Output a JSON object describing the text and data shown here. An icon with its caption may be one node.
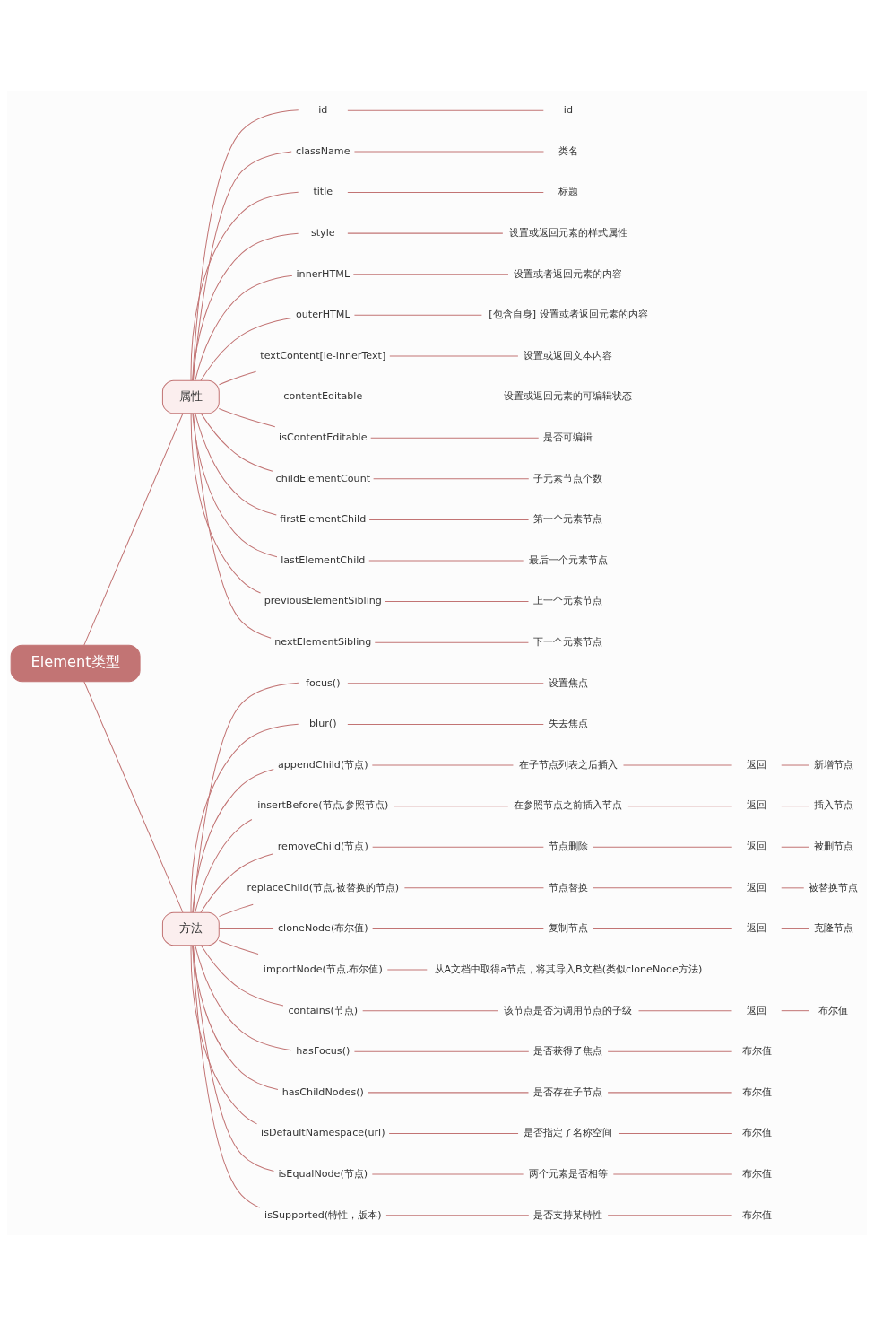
{
  "diagram": {
    "nodes": [
      {
        "text": [
          "Element类型"
        ]
      },
      {
        "text": [
          "属性"
        ]
      },
      {
        "text": [
          "id"
        ]
      },
      {
        "text": [
          "id"
        ]
      },
      {
        "text": [
          "className"
        ]
      },
      {
        "text": [
          "类名"
        ]
      },
      {
        "text": [
          "title"
        ]
      },
      {
        "text": [
          "标题"
        ]
      },
      {
        "text": [
          "style"
        ]
      },
      {
        "text": [
          "设置或返回元素的样式属性"
        ]
      },
      {
        "text": [
          "innerHTML"
        ]
      },
      {
        "text": [
          "设置或者返回元素的内容"
        ]
      },
      {
        "text": [
          "outerHTML"
        ]
      },
      {
        "text": [
          "[包含自身] 设置或者返回元素的内容"
        ]
      },
      {
        "text": [
          "textContent[ie-innerText]"
        ]
      },
      {
        "text": [
          "设置或返回文本内容"
        ]
      },
      {
        "text": [
          "contentEditable"
        ]
      },
      {
        "text": [
          "设置或返回元素的可编辑状态"
        ]
      },
      {
        "text": [
          "isContentEditable"
        ]
      },
      {
        "text": [
          "是否可编辑"
        ]
      },
      {
        "text": [
          "childElementCount"
        ]
      },
      {
        "text": [
          "子元素节点个数"
        ]
      },
      {
        "text": [
          "firstElementChild"
        ]
      },
      {
        "text": [
          "第一个元素节点"
        ]
      },
      {
        "text": [
          "lastElementChild"
        ]
      },
      {
        "text": [
          "最后一个元素节点"
        ]
      },
      {
        "text": [
          "previousElementSibling"
        ]
      },
      {
        "text": [
          "上一个元素节点"
        ]
      },
      {
        "text": [
          "nextElementSibling"
        ]
      },
      {
        "text": [
          "下一个元素节点"
        ]
      },
      {
        "text": [
          "方法"
        ]
      },
      {
        "text": [
          "focus()"
        ]
      },
      {
        "text": [
          "设置焦点"
        ]
      },
      {
        "text": [
          "blur()"
        ]
      },
      {
        "text": [
          "失去焦点"
        ]
      },
      {
        "text": [
          "appendChild(节点)"
        ]
      },
      {
        "text": [
          "在子节点列表之后插入"
        ]
      },
      {
        "text": [
          "返回"
        ]
      },
      {
        "text": [
          "新增节点"
        ]
      },
      {
        "text": [
          "insertBefore(节点,参照节点)"
        ]
      },
      {
        "text": [
          "在参照节点之前插入节点"
        ]
      },
      {
        "text": [
          "返回"
        ]
      },
      {
        "text": [
          "插入节点"
        ]
      },
      {
        "text": [
          "removeChild(节点)"
        ]
      },
      {
        "text": [
          "节点删除"
        ]
      },
      {
        "text": [
          "返回"
        ]
      },
      {
        "text": [
          "被删节点"
        ]
      },
      {
        "text": [
          "replaceChild(节点,被替换的节点)"
        ]
      },
      {
        "text": [
          "节点替换"
        ]
      },
      {
        "text": [
          "返回"
        ]
      },
      {
        "text": [
          "被替换节点"
        ]
      },
      {
        "text": [
          "cloneNode(布尔值)"
        ]
      },
      {
        "text": [
          "复制节点"
        ]
      },
      {
        "text": [
          "返回"
        ]
      },
      {
        "text": [
          "克隆节点"
        ]
      },
      {
        "text": [
          "importNode(节点,布尔值)"
        ]
      },
      {
        "text": [
          "从A文档中取得a节点，将其导入B文档(类似cloneNode方法)"
        ]
      },
      {
        "text": [
          "contains(节点)"
        ]
      },
      {
        "text": [
          "该节点是否为调用节点的子级"
        ]
      },
      {
        "text": [
          "返回"
        ]
      },
      {
        "text": [
          "布尔值"
        ]
      },
      {
        "text": [
          "hasFocus()"
        ]
      },
      {
        "text": [
          "是否获得了焦点"
        ]
      },
      {
        "text": [
          "布尔值"
        ]
      },
      {
        "text": [
          "hasChildNodes()"
        ]
      },
      {
        "text": [
          "是否存在子节点"
        ]
      },
      {
        "text": [
          "布尔值"
        ]
      },
      {
        "text": [
          "isDefaultNamespace(url)"
        ]
      },
      {
        "text": [
          "是否指定了名称空间"
        ]
      },
      {
        "text": [
          "布尔值"
        ]
      },
      {
        "text": [
          "isEqualNode(节点)"
        ]
      },
      {
        "text": [
          "两个元素是否相等"
        ]
      },
      {
        "text": [
          "布尔值"
        ]
      },
      {
        "text": [
          "isSupported(特性，版本)"
        ]
      },
      {
        "text": [
          "是否支持某特性"
        ]
      },
      {
        "text": [
          "布尔值"
        ]
      }
    ],
    "edges": [
      {
        "from": 0,
        "to": 1,
        "arrow": "none"
      },
      {
        "from": 1,
        "to": 2,
        "arrow": "none"
      },
      {
        "from": 2,
        "to": 3,
        "arrow": "none"
      },
      {
        "from": 1,
        "to": 4,
        "arrow": "none"
      },
      {
        "from": 4,
        "to": 5,
        "arrow": "none"
      },
      {
        "from": 1,
        "to": 6,
        "arrow": "none"
      },
      {
        "from": 6,
        "to": 7,
        "arrow": "none"
      },
      {
        "from": 1,
        "to": 8,
        "arrow": "none"
      },
      {
        "from": 8,
        "to": 9,
        "arrow": "none"
      },
      {
        "from": 1,
        "to": 10,
        "arrow": "none"
      },
      {
        "from": 10,
        "to": 11,
        "arrow": "none"
      },
      {
        "from": 1,
        "to": 12,
        "arrow": "none"
      },
      {
        "from": 12,
        "to": 13,
        "arrow": "none"
      },
      {
        "from": 1,
        "to": 14,
        "arrow": "none"
      },
      {
        "from": 14,
        "to": 15,
        "arrow": "none"
      },
      {
        "from": 1,
        "to": 16,
        "arrow": "none"
      },
      {
        "from": 16,
        "to": 17,
        "arrow": "none"
      },
      {
        "from": 1,
        "to": 18,
        "arrow": "none"
      },
      {
        "from": 18,
        "to": 19,
        "arrow": "none"
      },
      {
        "from": 1,
        "to": 20,
        "arrow": "none"
      },
      {
        "from": 20,
        "to": 21,
        "arrow": "none"
      },
      {
        "from": 1,
        "to": 22,
        "arrow": "none"
      },
      {
        "from": 22,
        "to": 23,
        "arrow": "none"
      },
      {
        "from": 1,
        "to": 24,
        "arrow": "none"
      },
      {
        "from": 24,
        "to": 25,
        "arrow": "none"
      },
      {
        "from": 1,
        "to": 26,
        "arrow": "none"
      },
      {
        "from": 26,
        "to": 27,
        "arrow": "none"
      },
      {
        "from": 1,
        "to": 28,
        "arrow": "none"
      },
      {
        "from": 28,
        "to": 29,
        "arrow": "none"
      },
      {
        "from": 0,
        "to": 30,
        "arrow": "none"
      },
      {
        "from": 30,
        "to": 31,
        "arrow": "none"
      },
      {
        "from": 31,
        "to": 32,
        "arrow": "none"
      },
      {
        "from": 30,
        "to": 33,
        "arrow": "none"
      },
      {
        "from": 33,
        "to": 34,
        "arrow": "none"
      },
      {
        "from": 30,
        "to": 35,
        "arrow": "none"
      },
      {
        "from": 35,
        "to": 36,
        "arrow": "none"
      },
      {
        "from": 36,
        "to": 37,
        "arrow": "none"
      },
      {
        "from": 37,
        "to": 38,
        "arrow": "none"
      },
      {
        "from": 30,
        "to": 39,
        "arrow": "none"
      },
      {
        "from": 39,
        "to": 40,
        "arrow": "none"
      },
      {
        "from": 40,
        "to": 41,
        "arrow": "none"
      },
      {
        "from": 41,
        "to": 42,
        "arrow": "none"
      },
      {
        "from": 30,
        "to": 43,
        "arrow": "none"
      },
      {
        "from": 43,
        "to": 44,
        "arrow": "none"
      },
      {
        "from": 44,
        "to": 45,
        "arrow": "none"
      },
      {
        "from": 45,
        "to": 46,
        "arrow": "none"
      },
      {
        "from": 30,
        "to": 47,
        "arrow": "none"
      },
      {
        "from": 47,
        "to": 48,
        "arrow": "none"
      },
      {
        "from": 48,
        "to": 49,
        "arrow": "none"
      },
      {
        "from": 49,
        "to": 50,
        "arrow": "none"
      },
      {
        "from": 30,
        "to": 51,
        "arrow": "none"
      },
      {
        "from": 51,
        "to": 52,
        "arrow": "none"
      },
      {
        "from": 52,
        "to": 53,
        "arrow": "none"
      },
      {
        "from": 53,
        "to": 54,
        "arrow": "none"
      },
      {
        "from": 30,
        "to": 55,
        "arrow": "none"
      },
      {
        "from": 55,
        "to": 56,
        "arrow": "none"
      },
      {
        "from": 30,
        "to": 57,
        "arrow": "none"
      },
      {
        "from": 57,
        "to": 58,
        "arrow": "none"
      },
      {
        "from": 58,
        "to": 59,
        "arrow": "none"
      },
      {
        "from": 59,
        "to": 60,
        "arrow": "none"
      },
      {
        "from": 30,
        "to": 61,
        "arrow": "none"
      },
      {
        "from": 61,
        "to": 62,
        "arrow": "none"
      },
      {
        "from": 62,
        "to": 63,
        "arrow": "none"
      },
      {
        "from": 30,
        "to": 64,
        "arrow": "none"
      },
      {
        "from": 64,
        "to": 65,
        "arrow": "none"
      },
      {
        "from": 65,
        "to": 66,
        "arrow": "none"
      },
      {
        "from": 30,
        "to": 67,
        "arrow": "none"
      },
      {
        "from": 67,
        "to": 68,
        "arrow": "none"
      },
      {
        "from": 68,
        "to": 69,
        "arrow": "none"
      },
      {
        "from": 30,
        "to": 70,
        "arrow": "none"
      },
      {
        "from": 70,
        "to": 71,
        "arrow": "none"
      },
      {
        "from": 71,
        "to": 72,
        "arrow": "none"
      },
      {
        "from": 30,
        "to": 73,
        "arrow": "none"
      },
      {
        "from": 73,
        "to": 74,
        "arrow": "none"
      },
      {
        "from": 74,
        "to": 75,
        "arrow": "none"
      }
    ]
  }
}
